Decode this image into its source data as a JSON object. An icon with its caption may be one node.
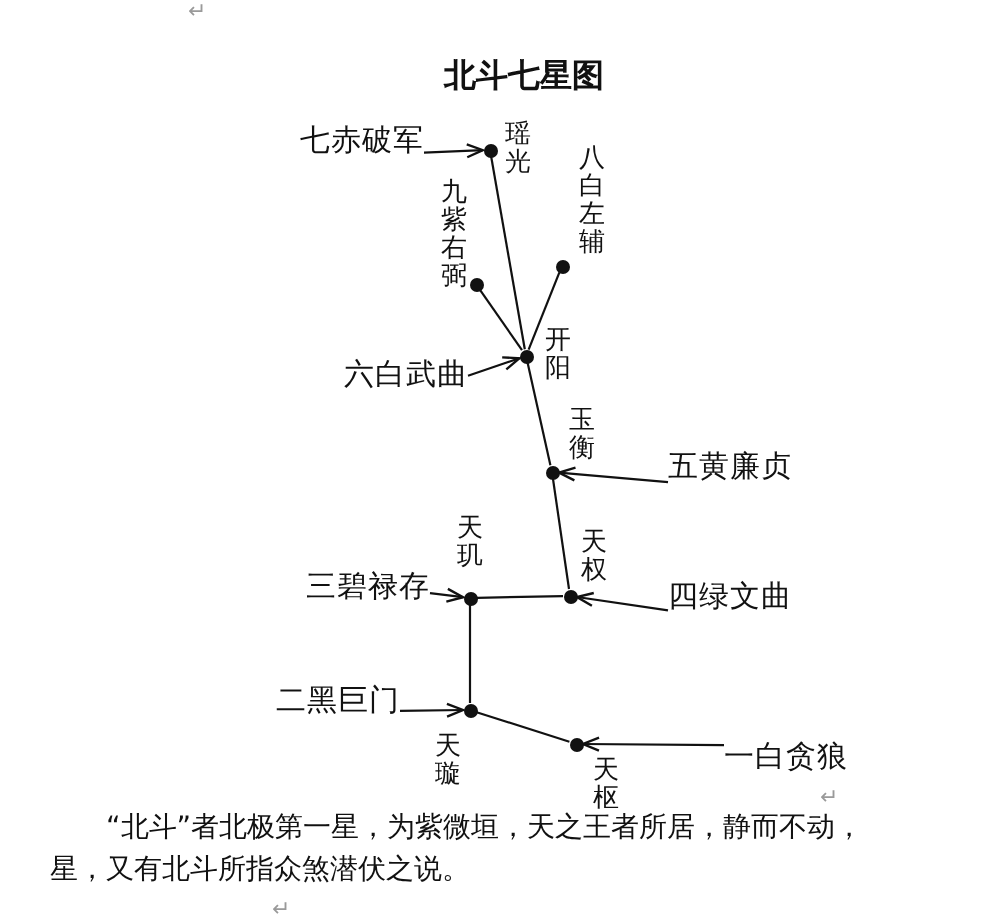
{
  "diagram": {
    "title": "北斗七星图",
    "caption": "“北斗”者北极第一星，为紫微垣，天之王者所居，静而不动，星，又有北斗所指众煞潜伏之说。",
    "nodes": [
      {
        "text": [
          "七赤破军"
        ]
      },
      {
        "text": [],
        "shape": "circle",
        "beside": [
          "瑶光"
        ]
      },
      {
        "text": [],
        "shape": "circle",
        "beside": [
          "八白左辅"
        ]
      },
      {
        "text": [],
        "shape": "circle",
        "beside": [
          "九紫右弼"
        ]
      },
      {
        "text": [
          "六白武曲"
        ]
      },
      {
        "text": [],
        "shape": "circle",
        "beside": [
          "开阳"
        ]
      },
      {
        "text": [],
        "shape": "circle",
        "beside": [
          "玉衡"
        ]
      },
      {
        "text": [
          "五黄廉贞"
        ]
      },
      {
        "text": [],
        "shape": "circle",
        "beside": [
          "天玑"
        ]
      },
      {
        "text": [
          "三碧禄存"
        ]
      },
      {
        "text": [],
        "shape": "circle",
        "beside": [
          "天权"
        ]
      },
      {
        "text": [
          "四绿文曲"
        ]
      },
      {
        "text": [
          "二黑巨门"
        ]
      },
      {
        "text": [],
        "shape": "circle",
        "beside": [
          "天璇"
        ]
      },
      {
        "text": [],
        "shape": "circle",
        "beside": [
          "天枢"
        ]
      },
      {
        "text": [
          "一白贪狼"
        ]
      }
    ],
    "edges": [
      {
        "from": 1,
        "to": 5,
        "arrow": "none"
      },
      {
        "from": 3,
        "to": 5,
        "arrow": "none"
      },
      {
        "from": 2,
        "to": 5,
        "arrow": "none"
      },
      {
        "from": 5,
        "to": 6,
        "arrow": "none"
      },
      {
        "from": 6,
        "to": 10,
        "arrow": "none"
      },
      {
        "from": 8,
        "to": 10,
        "arrow": "none"
      },
      {
        "from": 8,
        "to": 13,
        "arrow": "none"
      },
      {
        "from": 13,
        "to": 14,
        "arrow": "none"
      },
      {
        "from": 0,
        "to": 1,
        "arrow": "to"
      },
      {
        "from": 4,
        "to": 5,
        "arrow": "to"
      },
      {
        "from": 7,
        "to": 6,
        "arrow": "to"
      },
      {
        "from": 9,
        "to": 8,
        "arrow": "to"
      },
      {
        "from": 11,
        "to": 10,
        "arrow": "to"
      },
      {
        "from": 12,
        "to": 13,
        "arrow": "to"
      },
      {
        "from": 15,
        "to": 14,
        "arrow": "to"
      }
    ],
    "labels": [
      "↵",
      "↵",
      "↵"
    ]
  }
}
